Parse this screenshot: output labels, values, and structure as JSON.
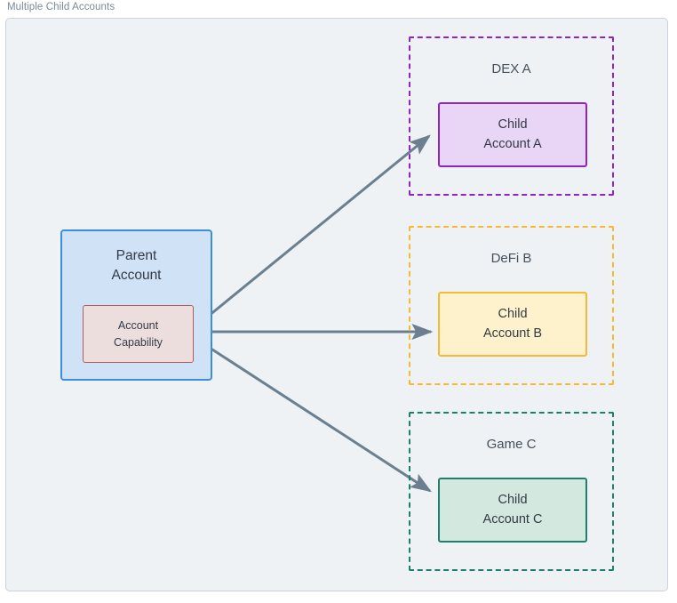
{
  "frame": {
    "title": "Multiple Child Accounts"
  },
  "parent": {
    "label_line1": "Parent",
    "label_line2": "Account",
    "capability_line1": "Account",
    "capability_line2": "Capability",
    "fill": "#cfe2f6",
    "stroke": "#3b8ede",
    "capability_fill": "#eddede",
    "capability_stroke": "#b55b5b"
  },
  "groups": [
    {
      "id": "dex",
      "label": "DEX A",
      "border_color": "#8e24c4",
      "border_style": "dashed",
      "child": {
        "label_line1": "Child",
        "label_line2": "Account A",
        "fill": "#e9d5f5",
        "stroke": "#8e24c4"
      }
    },
    {
      "id": "defi",
      "label": "DeFi B",
      "border_color": "#f5b935",
      "border_style": "dashed",
      "child": {
        "label_line1": "Child",
        "label_line2": "Account B",
        "fill": "#fdf2cc",
        "stroke": "#f5b935"
      }
    },
    {
      "id": "game",
      "label": "Game C",
      "border_color": "#1e7f6e",
      "border_style": "dashed",
      "child": {
        "label_line1": "Child",
        "label_line2": "Account C",
        "fill": "#d3e8df",
        "stroke": "#1e7f6e"
      }
    }
  ],
  "arrows": {
    "color": "#6b7f8f",
    "width": 3,
    "items": [
      {
        "id": "to-child-a",
        "from": "Account Capability",
        "to": "Child Account A"
      },
      {
        "id": "to-child-b",
        "from": "Account Capability",
        "to": "Child Account B"
      },
      {
        "id": "to-child-c",
        "from": "Account Capability",
        "to": "Child Account C"
      }
    ]
  },
  "palette": {
    "canvas": "#eef2f5",
    "frame_border": "#c9d3de",
    "title_text": "#7a8a99",
    "node_text": "#333a45",
    "group_label_text": "#44525e"
  }
}
